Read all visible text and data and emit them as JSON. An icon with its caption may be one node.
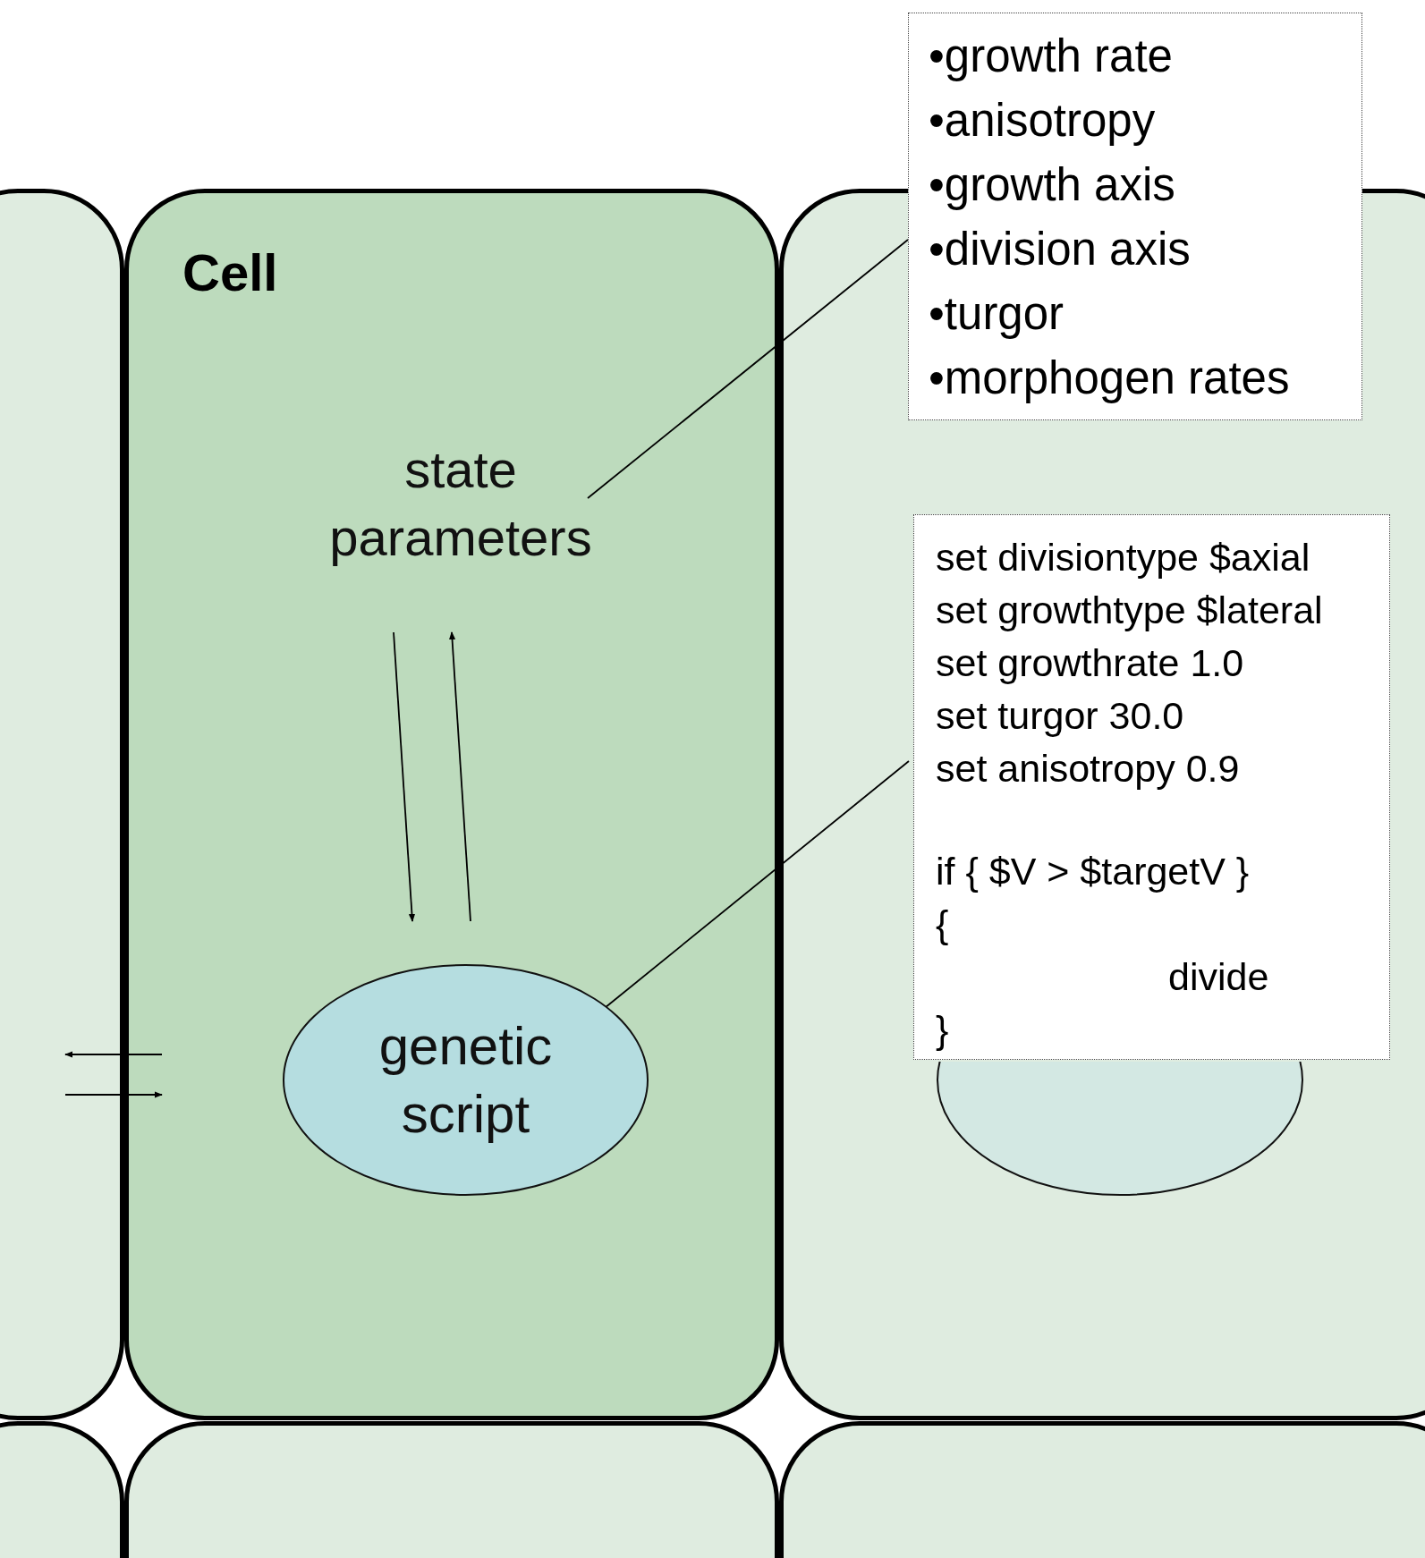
{
  "diagram": {
    "nodes": [
      {
        "text": [],
        "shape": "box"
      },
      {
        "text": [
          "Cell"
        ]
      },
      {
        "text": [
          "state parameters"
        ],
        "in": 1
      },
      {
        "text": [
          "genetic script"
        ],
        "in": 1
      },
      {
        "text": [],
        "shape": "box"
      },
      {
        "text": [],
        "shape": "circle",
        "in": 4
      },
      {
        "text": [
          "•growth rate",
          "•anisotropy",
          "•growth axis",
          "•division axis",
          "•turgor",
          "•morphogen rates"
        ]
      },
      {
        "text": [
          "set divisiontype $axial",
          "set growthtype $lateral",
          "set growthrate 1.0",
          "set turgor 30.0",
          "set anisotropy 0.9",
          "if { $V > $targetV }",
          "{",
          "divide",
          "}"
        ],
        "in": 4
      },
      {
        "text": [],
        "shape": "box"
      },
      {
        "text": [],
        "shape": "box"
      },
      {
        "text": [],
        "shape": "box"
      }
    ],
    "edges": [
      {
        "from": 2,
        "to": 6,
        "arrow": "none"
      },
      {
        "from": 3,
        "to": 7,
        "arrow": "none"
      },
      {
        "from": 2,
        "to": 3,
        "arrow": "to"
      },
      {
        "from": 3,
        "to": 2,
        "arrow": "to"
      },
      {
        "from": 1,
        "to": 0,
        "arrow": "to"
      },
      {
        "from": 0,
        "to": 1,
        "arrow": "to"
      }
    ]
  }
}
